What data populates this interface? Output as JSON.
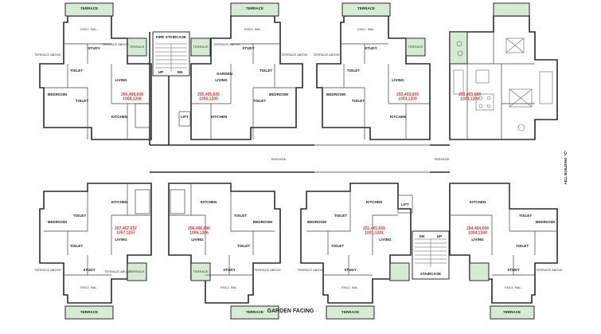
{
  "labels": {
    "terrace": "TERRACE",
    "terrace_above": "TERRACE ABOVE",
    "bedroom": "BEDROOM",
    "kitchen": "KITCHEN",
    "toilet": "TOILET",
    "study": "STUDY",
    "living": "LIVING",
    "lift": "LIFT",
    "garden": "GARDEN",
    "encl_bal": "ENCL. BAL.",
    "passage": "PASSAGE",
    "staircase": "STAIRCASE",
    "fire_staircase": "FIRE STAIRCASE",
    "up": "UP",
    "dn": "DN",
    "building": "ADJ. BUILDING \"C\""
  },
  "units": {
    "tl": "256,408,608\n1008,1208",
    "tm": "255,405,605\n1005,1205",
    "tr": "253,403,603\n1003,1203",
    "tr2": "253,403,603\n1003,1203",
    "bl": "257,457,657\n1057,1257",
    "bm": "256,406,606\n1006,1206",
    "br": "251,401,601\n1001,1201",
    "br2": "254,404,604\n1004,1204"
  },
  "footer": {
    "garden_facing": "GARDEN FACING"
  }
}
